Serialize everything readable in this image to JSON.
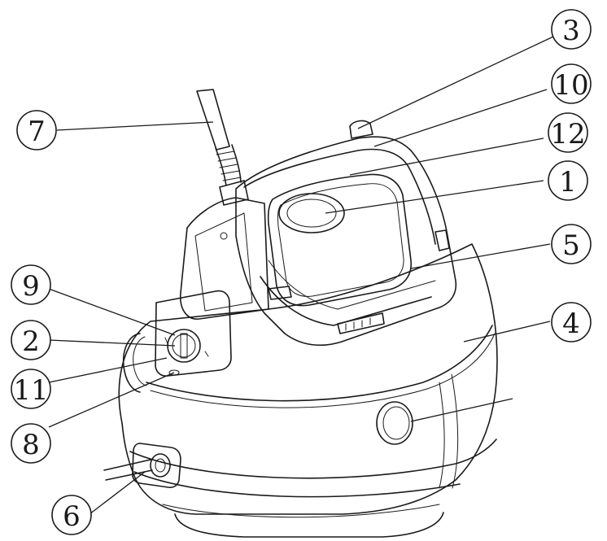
{
  "diagram": {
    "callouts": [
      {
        "id": "c3",
        "label": "3"
      },
      {
        "id": "c10",
        "label": "10"
      },
      {
        "id": "c12",
        "label": "12"
      },
      {
        "id": "c1",
        "label": "1"
      },
      {
        "id": "c5",
        "label": "5"
      },
      {
        "id": "c4",
        "label": "4"
      },
      {
        "id": "c7",
        "label": "7"
      },
      {
        "id": "c9",
        "label": "9"
      },
      {
        "id": "c2",
        "label": "2"
      },
      {
        "id": "c11",
        "label": "11"
      },
      {
        "id": "c8",
        "label": "8"
      },
      {
        "id": "c6",
        "label": "6"
      }
    ]
  },
  "colors": {
    "ink": "#1a1a1a",
    "background": "#ffffff"
  }
}
